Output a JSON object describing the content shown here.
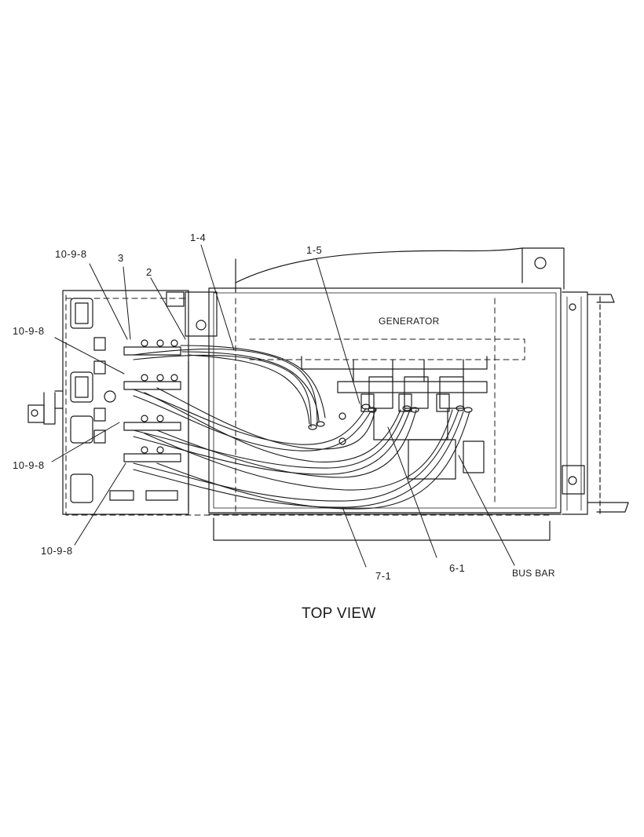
{
  "drawing": {
    "view_title": "TOP VIEW",
    "component_label": "GENERATOR",
    "callouts": {
      "c_10_9_8_a": "10-9-8",
      "c_3": "3",
      "c_2": "2",
      "c_1_4": "1-4",
      "c_1_5": "1-5",
      "c_10_9_8_b": "10-9-8",
      "c_10_9_8_c": "10-9-8",
      "c_10_9_8_d": "10-9-8",
      "c_7_1": "7-1",
      "c_6_1": "6-1",
      "bus_bar": "BUS BAR"
    },
    "line_color": "#1a1a1a"
  }
}
